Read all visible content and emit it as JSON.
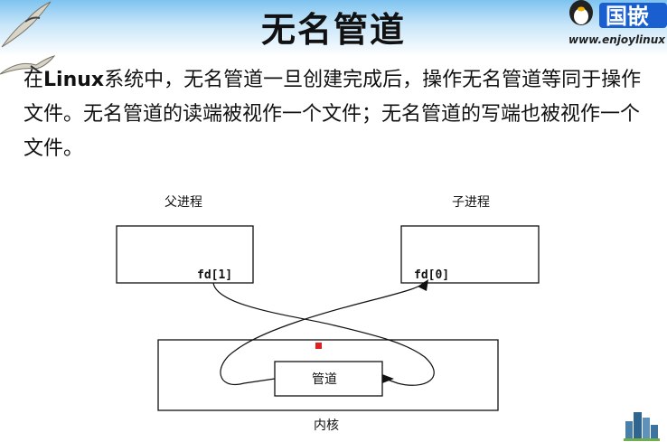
{
  "slide": {
    "title": "无名管道",
    "site_url": "www.enjoylinux",
    "logo_text": "国嵌",
    "paragraph_part1": "在",
    "paragraph_latin": "Linux",
    "paragraph_part2": "系统中，无名管道一旦创建完成后，操作无名管道等同于操作文件。无名管道的读端被视作一个文件；无名管道的写端也被视作一个文件。"
  },
  "diagram": {
    "parent_label": "父进程",
    "child_label": "子进程",
    "parent_fd": "fd[1]",
    "child_fd": "fd[0]",
    "pipe_label": "管道",
    "kernel_label": "内核"
  },
  "colors": {
    "header_band": "#7ec3f0",
    "marker": "#e02020",
    "logo_blue": "#1a5fd0"
  },
  "icons": [
    "seagull-icon",
    "penguin-logo-icon",
    "buildings-icon"
  ]
}
